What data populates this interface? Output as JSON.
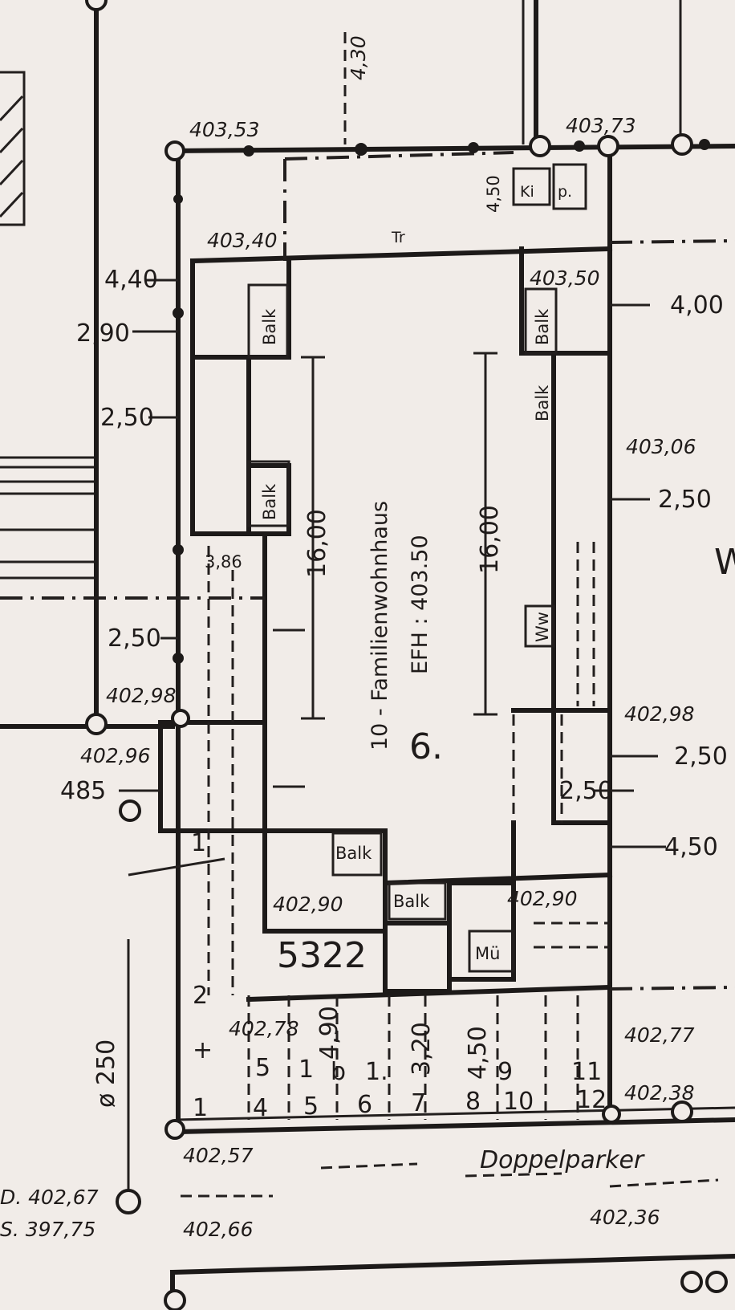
{
  "site_plan": {
    "building": {
      "title": "10 - Familienwohnhaus",
      "efh": "EFH : 403.50",
      "plot_number": "6.",
      "dimension_length_left": "16,00",
      "dimension_length_right": "16,00"
    },
    "elevations": {
      "top_left": "403,53",
      "top_right": "403,73",
      "upper_left_corner": "403,40",
      "upper_right_corner": "403,50",
      "right_mid": "403,06",
      "right_lower": "402,98",
      "left_lower": "402,98",
      "left_lower_2": "402,96",
      "balcony_left": "402,90",
      "balcony_right": "402,90",
      "parking_left": "402,78",
      "parking_right_top": "402,77",
      "parking_right": "402,38",
      "bottom_left": "402,57",
      "bottom_left_2": "402,66",
      "bottom_right": "402,36",
      "outer_label_1": "D. 402,67",
      "outer_label_2": "S. 397,75"
    },
    "dimensions": {
      "top_setback": "4,30",
      "left_1": "4,40",
      "left_2": "2,90",
      "left_3": "2,50",
      "left_4": "2,50",
      "left_5": "3,86",
      "left_side_485": "485",
      "right_1": "4,00",
      "right_2": "2,50",
      "right_3": "2,50",
      "right_4": "2,50",
      "right_5": "4,50",
      "kiosk_dim": "4,50",
      "parking_1": "4,90",
      "parking_2": "3,20",
      "parking_3": "4,50",
      "pipe": "ø 250"
    },
    "rooms": {
      "balk_1": "Balk",
      "balk_2": "Balk",
      "balk_3": "Balk",
      "balk_4": "Balk",
      "balk_5": "Balk",
      "balk_6": "Balk",
      "ki": "Ki",
      "p": "p.",
      "mu": "Mü",
      "tr": "Tr",
      "ww": "Ww"
    },
    "parking": {
      "label": "Doppelparker",
      "spaces_lower": [
        "1",
        "4",
        "5",
        "6",
        "7",
        "8",
        "10",
        "12"
      ],
      "spaces_upper": [
        "+",
        "5",
        "1",
        "b",
        "1.",
        "9",
        "11"
      ],
      "marker_2": "2",
      "marker_1": "1",
      "lot_number": "5322"
    },
    "neighbor_label": "W"
  }
}
